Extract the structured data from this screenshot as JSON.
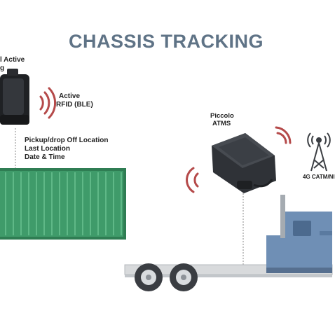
{
  "title": "CHASSIS TRACKING",
  "tag_label": {
    "line1": "l Active",
    "line2": "g"
  },
  "rfid_label": {
    "line1": "Active",
    "line2": "RFID (BLE)"
  },
  "info_label": {
    "line1": "Pickup/drop Off Location",
    "line2": "Last Location",
    "line3": "Date & Time"
  },
  "device_label": {
    "line1": "Piccolo",
    "line2": "ATMS"
  },
  "network_label": "4G CATM/NI",
  "colors": {
    "title": "#5f7386",
    "signal": "#b54a4a",
    "container": "#3f9b6a",
    "truck_cab": "#6f8fb5",
    "chassis": "#d8dadc",
    "device": "#2f3237"
  },
  "icons": {
    "rfid_signal": "wifi-arc-icon",
    "cell_tower": "antenna-tower-icon"
  }
}
